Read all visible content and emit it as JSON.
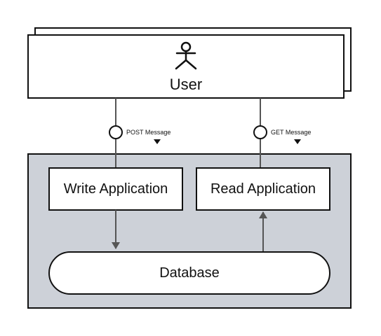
{
  "diagram": {
    "user": {
      "label": "User"
    },
    "interfaces": [
      {
        "label": "POST Message"
      },
      {
        "label": "GET Message"
      }
    ],
    "write_app": {
      "label": "Write Application"
    },
    "read_app": {
      "label": "Read Application"
    },
    "database": {
      "label": "Database"
    }
  },
  "colors": {
    "container_fill": "#cdd1d8",
    "stroke": "#111111",
    "connector": "#555555",
    "box_fill": "#ffffff"
  },
  "icons": {
    "actor": "stick-figure-icon",
    "interface": "lollipop-interface-icon",
    "dropdown": "triangle-down-icon"
  }
}
